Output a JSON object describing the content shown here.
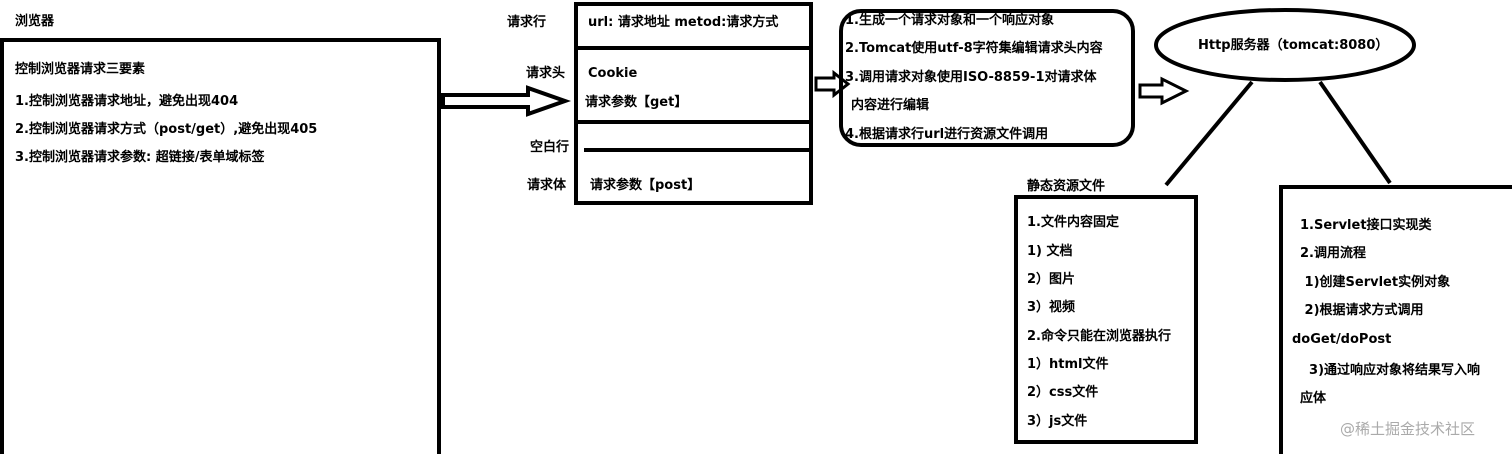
{
  "browser": {
    "title": "浏览器",
    "heading": "控制浏览器请求三要素",
    "items": [
      "1.控制浏览器请求地址，避免出现404",
      "2.控制浏览器请求方式（post/get）,避免出现405",
      "3.控制浏览器请求参数: 超链接/表单域标签"
    ]
  },
  "request": {
    "line_label": "请求行",
    "line_content": "url: 请求地址  metod:请求方式",
    "header_label": "请求头",
    "header_cookie": "Cookie",
    "header_params": "请求参数【get】",
    "blank_label": "空白行",
    "body_label": "请求体",
    "body_params": "请求参数【post】"
  },
  "tomcat_steps": [
    "1.生成一个请求对象和一个响应对象",
    "2.Tomcat使用utf-8字符集编辑请求头内容",
    "3.调用请求对象使用ISO-8859-1对请求体",
    "内容进行编辑",
    "4.根据请求行url进行资源文件调用"
  ],
  "server": {
    "label": "Http服务器（tomcat:8080）"
  },
  "static_files": {
    "title": "静态资源文件",
    "items": [
      "1.文件内容固定",
      "1) 文档",
      "2）图片",
      "3）视频",
      "2.命令只能在浏览器执行",
      "1）html文件",
      "2）css文件",
      "3）js文件"
    ]
  },
  "servlet": {
    "items": [
      "1.Servlet接口实现类",
      "2.调用流程",
      " 1)创建Servlet实例对象",
      " 2)根据请求方式调用",
      "doGet/doPost",
      "  3)通过响应对象将结果写入响",
      "应体"
    ]
  },
  "watermark": "@稀土掘金技术社区"
}
